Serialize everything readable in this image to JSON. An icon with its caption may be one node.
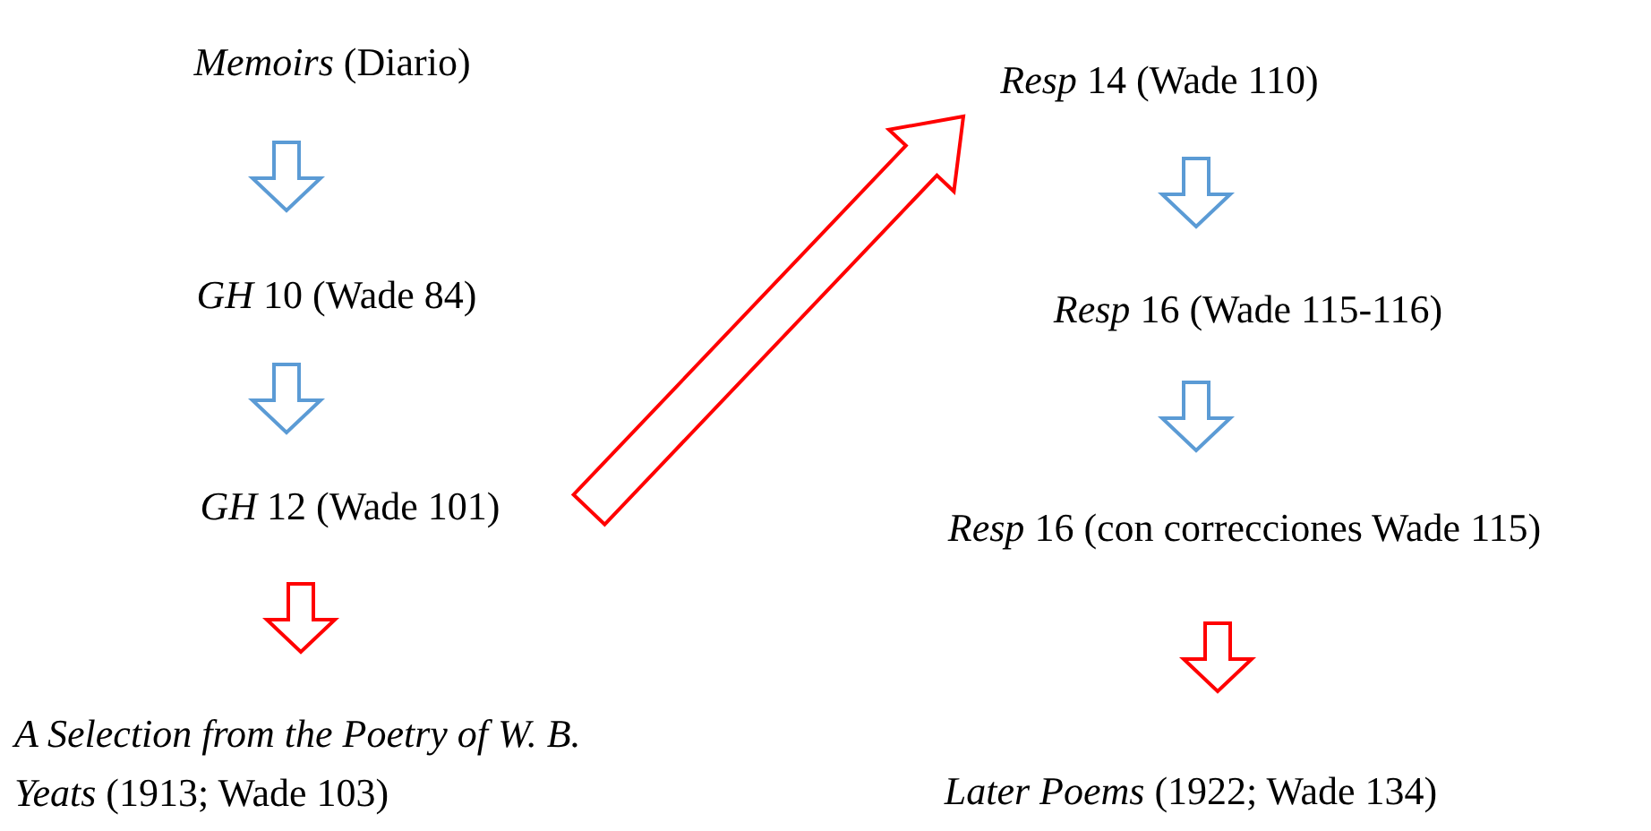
{
  "diagram": {
    "nodes": [
      {
        "text": [
          "*Memoirs* (Diario)"
        ]
      },
      {
        "text": [
          "*GH* 10 (Wade 84)"
        ]
      },
      {
        "text": [
          "*GH* 12 (Wade 101)"
        ]
      },
      {
        "text": [
          "*A Selection from the Poetry of W. B. Yeats* (1913; Wade 103)"
        ]
      },
      {
        "text": [
          "*Resp* 14 (Wade 110)"
        ]
      },
      {
        "text": [
          "*Resp* 16 (Wade 115-116)"
        ]
      },
      {
        "text": [
          "*Resp* 16 (con correcciones Wade 115)"
        ]
      },
      {
        "text": [
          "*Later Poems* (1922; Wade 134)"
        ]
      }
    ],
    "edges": [
      {
        "from": 0,
        "to": 1,
        "arrow": "to"
      },
      {
        "from": 1,
        "to": 2,
        "arrow": "to"
      },
      {
        "from": 2,
        "to": 3,
        "arrow": "to",
        "color": "#ff0000"
      },
      {
        "from": 2,
        "to": 4,
        "arrow": "to",
        "style": "thick",
        "color": "#ff0000"
      },
      {
        "from": 4,
        "to": 5,
        "arrow": "to"
      },
      {
        "from": 5,
        "to": 6,
        "arrow": "to"
      },
      {
        "from": 6,
        "to": 7,
        "arrow": "to",
        "color": "#ff0000"
      }
    ]
  }
}
